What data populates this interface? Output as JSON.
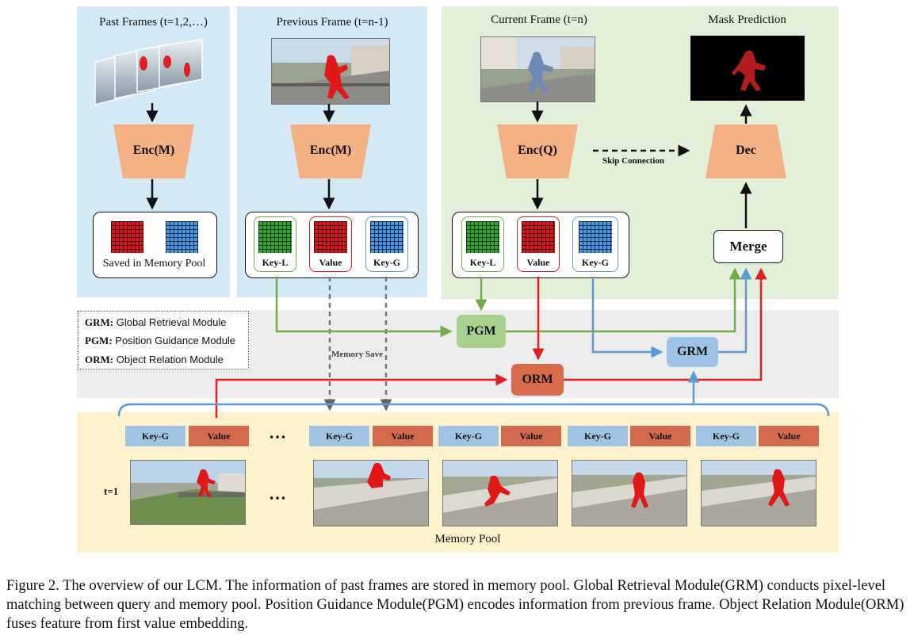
{
  "panels": {
    "past_frames_title": "Past Frames (t=1,2,…)",
    "previous_frame_title": "Previous Frame (t=n-1)",
    "current_frame_title": "Current Frame (t=n)",
    "mask_prediction_title": "Mask Prediction"
  },
  "encoders": {
    "past": "Enc(M)",
    "previous": "Enc(M)",
    "current": "Enc(Q)",
    "decoder": "Dec"
  },
  "skip_connection": "Skip Connection",
  "saved_in_memory_pool": "Saved in Memory Pool",
  "cards": {
    "key_l": "Key-L",
    "value": "Value",
    "key_g": "Key-G"
  },
  "modules": {
    "merge": "Merge",
    "pgm": "PGM",
    "grm": "GRM",
    "orm": "ORM"
  },
  "memory_save": "Memory Save",
  "legend": [
    {
      "abbr": "GRM:",
      "text": "Global Retrieval Module"
    },
    {
      "abbr": "PGM:",
      "text": "Position Guidance Module"
    },
    {
      "abbr": "ORM:",
      "text": "Object Relation Module"
    }
  ],
  "memory_pool": {
    "label": "Memory Pool",
    "t_label": "t=1",
    "ellipsis": "…",
    "key_label": "Key-G",
    "value_label": "Value"
  },
  "caption": "Figure 2. The overview of our LCM. The information of past frames are stored in memory pool. Global Retrieval Module(GRM) conducts pixel-level matching between query and memory pool. Position Guidance Module(PGM) encodes information from previous frame. Object Relation Module(ORM) fuses feature from first value embedding.",
  "colors": {
    "blue_panel": "#d3e9f5",
    "green_panel": "#e2efd9",
    "gray_band": "#ededed",
    "yellow_pool": "#fdf2cc",
    "encoder_orange": "#f4b183",
    "key_l_green": "#70ad47",
    "value_red": "#e02020",
    "key_g_blue": "#5b9bd5"
  }
}
